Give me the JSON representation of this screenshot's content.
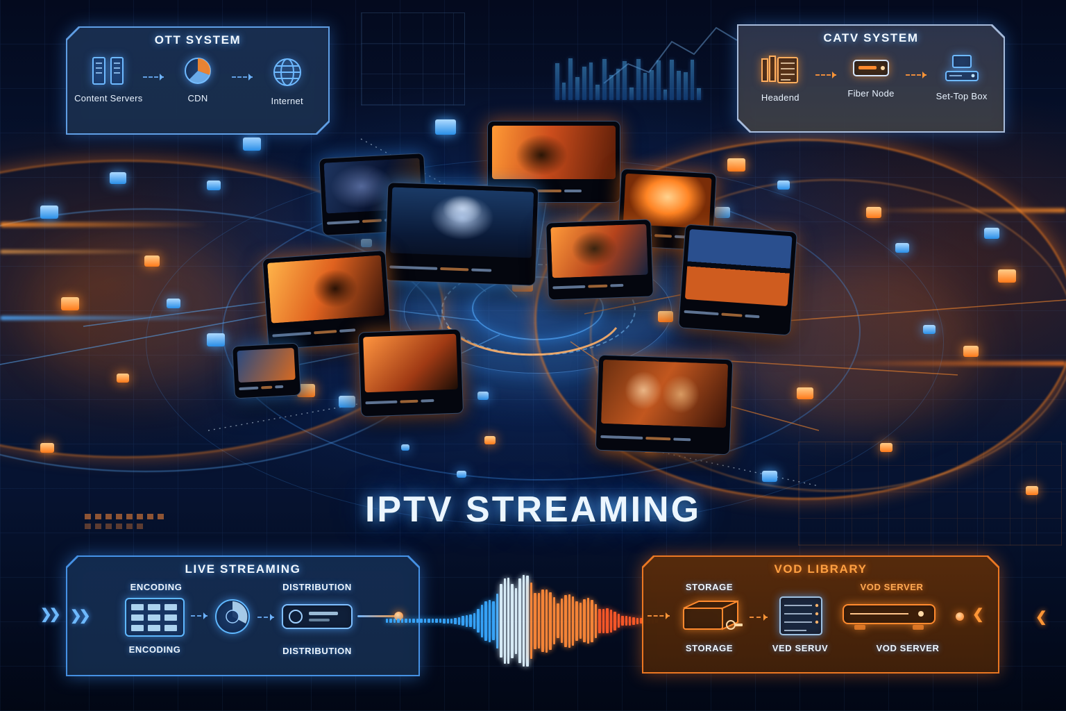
{
  "title": "IPTV STREAMING",
  "colors": {
    "blue": "#2fa6ff",
    "orange": "#ff7a1a",
    "background": "#061131",
    "text": "#eaf6ff"
  },
  "ott_panel": {
    "title": "OTT SYSTEM",
    "items": [
      {
        "label": "Content Servers",
        "icon": "content-servers-icon"
      },
      {
        "label": "CDN",
        "icon": "cdn-icon"
      },
      {
        "label": "Internet",
        "icon": "internet-globe-icon"
      }
    ]
  },
  "catv_panel": {
    "title": "CATV SYSTEM",
    "items": [
      {
        "label": "Headend",
        "icon": "headend-icon"
      },
      {
        "label": "Fiber Node",
        "icon": "fiber-node-icon"
      },
      {
        "label": "Set-Top Box",
        "icon": "set-top-box-icon"
      }
    ]
  },
  "live_panel": {
    "title": "LIVE STREAMING",
    "stage_labels_top": [
      "ENCODING",
      "DISTRIBUTION"
    ],
    "stage_labels_bottom": [
      "ENCODING",
      "DISTRIBUTION"
    ]
  },
  "vod_panel": {
    "title": "VOD LIBRARY",
    "stage_labels_top": [
      "STORAGE",
      "VOD SERVER"
    ],
    "stage_labels_bottom": [
      "STORAGE",
      "VED SERUV",
      "VOD SERVER"
    ]
  }
}
